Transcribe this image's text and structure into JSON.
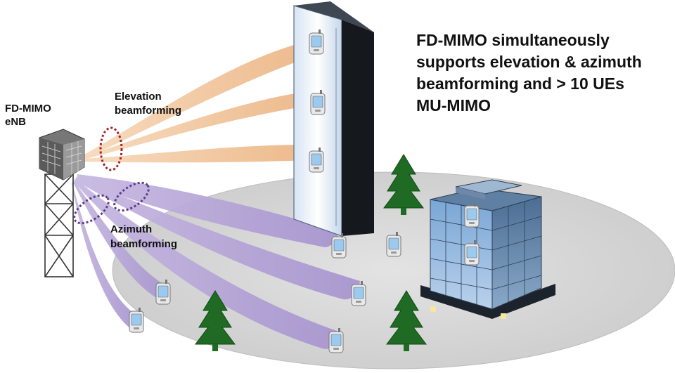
{
  "headline": "FD-MIMO simultaneously\nsupports elevation & azimuth\nbeamforming and > 10 UEs\nMU-MIMO",
  "enb_label": "FD-MIMO\neNB",
  "elevation_label": "Elevation\nbeamforming",
  "azimuth_label": "Azimuth\nbeamforming",
  "colors": {
    "elevation_beam": "#f2c9a0",
    "azimuth_beam": "#b7a6d6",
    "ground": "#d9d9d9",
    "elevation_ring": "#a0242a",
    "azimuth_ring": "#5c3d8a",
    "tree": "#1f6b24",
    "glass": "#8fb4dc"
  },
  "icons": [
    "base-station-tower-icon",
    "phone-icon",
    "tree-icon",
    "office-building-icon",
    "tall-building-icon"
  ]
}
